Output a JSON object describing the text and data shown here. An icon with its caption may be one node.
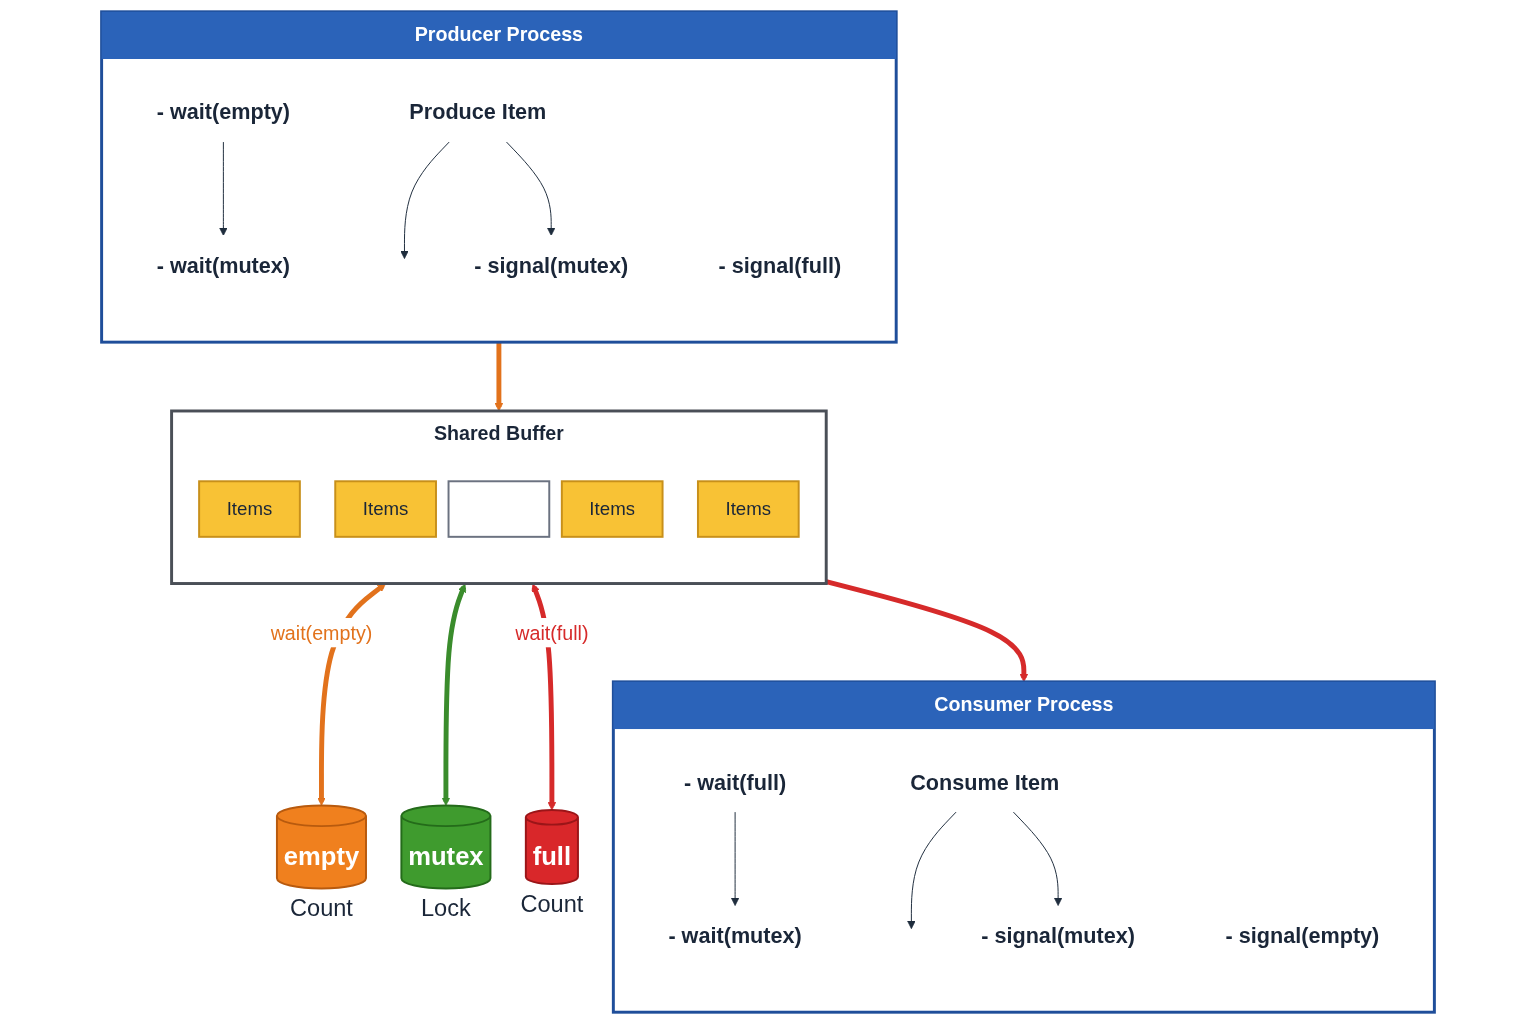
{
  "diagram": {
    "nodes": [
      {
        "text": [
          "Producer Process"
        ]
      },
      {
        "text": [
          "- wait(empty)"
        ],
        "in": 0
      },
      {
        "text": [
          "- wait(mutex)"
        ],
        "in": 0
      },
      {
        "text": [
          "Produce Item"
        ],
        "in": 0
      },
      {
        "text": [
          "- signal(mutex)"
        ],
        "in": 0
      },
      {
        "text": [
          "- signal(full)"
        ],
        "in": 0
      },
      {
        "text": [
          "Shared Buffer"
        ]
      },
      {
        "text": [
          "Items"
        ],
        "in": 6
      },
      {
        "text": [
          "Items"
        ],
        "in": 6
      },
      {
        "text": [],
        "shape": "box",
        "in": 6
      },
      {
        "text": [
          "Items"
        ],
        "in": 6
      },
      {
        "text": [
          "Items"
        ],
        "in": 6
      },
      {
        "text": [
          "empty"
        ],
        "beside": [
          "Count"
        ]
      },
      {
        "text": [
          "mutex"
        ],
        "beside": [
          "Lock"
        ]
      },
      {
        "text": [
          "full"
        ],
        "beside": [
          "Count"
        ]
      },
      {
        "text": [
          "Consumer Process"
        ]
      },
      {
        "text": [
          "- wait(full)"
        ],
        "in": 15
      },
      {
        "text": [
          "- wait(mutex)"
        ],
        "in": 15
      },
      {
        "text": [
          "Consume Item"
        ],
        "in": 15
      },
      {
        "text": [
          "- signal(mutex)"
        ],
        "in": 15
      },
      {
        "text": [
          "- signal(empty)"
        ],
        "in": 15
      }
    ],
    "edges": [
      {
        "from": 1,
        "to": 2,
        "arrow": "to"
      },
      {
        "from": 3,
        "to": null,
        "arrow": "to"
      },
      {
        "from": 3,
        "to": 4,
        "arrow": "to"
      },
      {
        "from": 0,
        "to": 6,
        "arrow": "to",
        "style": "thick",
        "color": "#e2721c"
      },
      {
        "from": 6,
        "to": 12,
        "arrow": "both",
        "label": "wait(empty)",
        "style": "thick",
        "color": "#e2721c"
      },
      {
        "from": 6,
        "to": 13,
        "arrow": "both",
        "style": "thick",
        "color": "#3a8c2c"
      },
      {
        "from": 6,
        "to": 14,
        "arrow": "both",
        "label": "wait(full)",
        "style": "thick",
        "color": "#d62a2a"
      },
      {
        "from": 6,
        "to": 15,
        "arrow": "to",
        "style": "thick",
        "color": "#d62a2a"
      },
      {
        "from": 16,
        "to": 17,
        "arrow": "to"
      },
      {
        "from": 18,
        "to": null,
        "arrow": "to"
      },
      {
        "from": 18,
        "to": 19,
        "arrow": "to"
      }
    ]
  }
}
